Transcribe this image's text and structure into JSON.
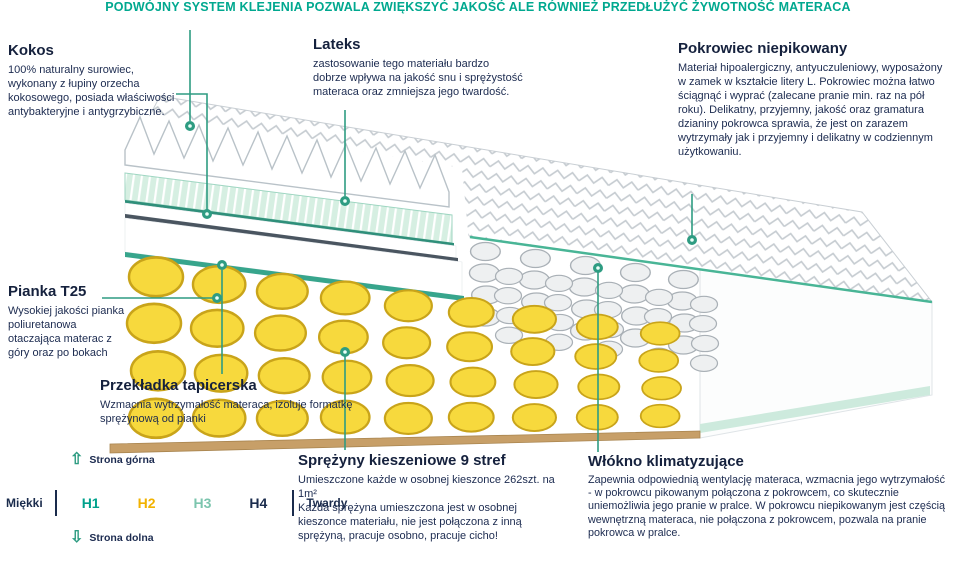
{
  "headline": "PODWÓJNY SYSTEM KLEJENIA POZWALA ZWIĘKSZYĆ JAKOŚĆ ALE RÓWNIEŻ PRZEDŁUŻYĆ ŻYWOTNOŚĆ MATERACA",
  "callouts": {
    "kokos": {
      "title": "Kokos",
      "body": "100% naturalny surowiec, wykonany z łupiny orzecha kokosowego, posiada właściwości antybakteryjne i antygrzybiczne."
    },
    "lateks": {
      "title": "Lateks",
      "body": "zastosowanie tego materiału bardzo dobrze wpływa na jakość snu i sprężystość materaca oraz zmniejsza jego twardość."
    },
    "pokrowiec": {
      "title": "Pokrowiec niepikowany",
      "body": "Materiał hipoalergiczny, antyuczuleniowy, wyposażony w zamek w kształcie litery L. Pokrowiec można łatwo ściągnąć i wyprać (zalecane pranie min. raz na pół roku). Delikatny, przyjemny, jakość oraz gramatura dzianiny pokrowca sprawia, że jest on zarazem wytrzymały jak i przyjemny i delikatny w codziennym użytkowaniu."
    },
    "pianka": {
      "title": "Pianka T25",
      "body": "Wysokiej jakości pianka poliuretanowa otaczająca materac z góry oraz po bokach"
    },
    "przekladka": {
      "title": "Przekładka tapicerska",
      "body": "Wzmacnia wytrzymałość materaca, izoluje formatkę sprężynową od pianki"
    },
    "sprezyny": {
      "title": "Sprężyny kieszeniowe 9 stref",
      "body": "Umieszczone każde w osobnej kieszonce 262szt. na 1m²\nKażda sprężyna umieszczona jest w osobnej kieszonce materiału, nie jest połączona z inną sprężyną, pracuje osobno, pracuje cicho!"
    },
    "wlokno": {
      "title": "Włókno klimatyzujące",
      "body": "Zapewnia odpowiednią wentylację materaca, wzmacnia jego wytrzymałość - w pokrowcu pikowanym połączona z pokrowcem, co skutecznie uniemożliwia jego pranie w pralce. W pokrowcu niepikowanym jest częścią wewnętrzną materaca, nie połączona z pokrowcem, pozwala na pranie pokrowca w pralce."
    }
  },
  "firmness": {
    "top_side": "Strona górna",
    "bottom_side": "Strona dolna",
    "soft": "Miękki",
    "hard": "Twardy",
    "up_arrow_icon": "⇧",
    "down_arrow_icon": "⇩",
    "levels": [
      {
        "label": "H1",
        "color": "#00a18c"
      },
      {
        "label": "H2",
        "color": "#f2b200"
      },
      {
        "label": "H3",
        "color": "#7cc5ae"
      },
      {
        "label": "H4",
        "color": "#1a2b4c"
      }
    ]
  },
  "colors": {
    "headline": "#00a88f",
    "accent_line": "#2e9c82",
    "title_text": "#15213d",
    "body_text": "#1c2b50",
    "spring_yellow": "#f7d93d",
    "wood": "#c9a06b"
  }
}
